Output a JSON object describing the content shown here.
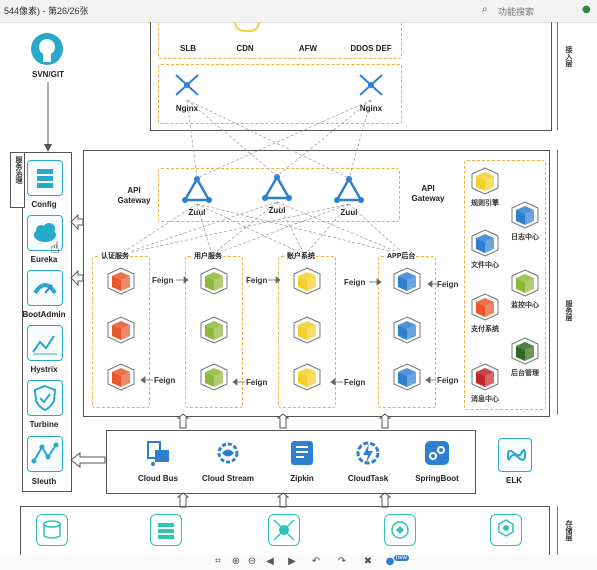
{
  "window": {
    "title": "544像素) - 第26/26张",
    "search_placeholder": "功能搜索"
  },
  "access_layer": {
    "label": "接入层",
    "items": [
      "SLB",
      "CDN",
      "AFW",
      "DDOS DEF"
    ],
    "nginx": [
      "Nginx",
      "Nginx"
    ]
  },
  "repo": {
    "label": "SVN/GIT"
  },
  "governance": {
    "label": "服务治理",
    "items": [
      {
        "label": "Config",
        "icon": "stack-icon"
      },
      {
        "label": "Eureka",
        "icon": "cloud-icon"
      },
      {
        "label": "BootAdmin",
        "icon": "gauge-icon"
      },
      {
        "label": "Hystrix",
        "icon": "chart-icon"
      },
      {
        "label": "Turbine",
        "icon": "shield-icon"
      },
      {
        "label": "Sleuth",
        "icon": "graph-icon"
      }
    ]
  },
  "service_layer": {
    "label": "服务层",
    "gateway_left": [
      "API",
      "Gateway"
    ],
    "gateway_right": [
      "API",
      "Gateway"
    ],
    "zuul": [
      "Zuul",
      "Zuul",
      "Zuul"
    ],
    "columns": [
      {
        "title": "认证服务",
        "color": "#e8562a"
      },
      {
        "title": "用户服务",
        "color": "#8db83a"
      },
      {
        "title": "账户系统",
        "color": "#f2cf2a"
      },
      {
        "title": "APP后台",
        "color": "#2f7fd0"
      }
    ],
    "feign": "Feign",
    "right_services": [
      {
        "label": "规则引擎",
        "color": "#f2cf2a"
      },
      {
        "label": "日志中心",
        "color": "#2f7fd0"
      },
      {
        "label": "文件中心",
        "color": "#2f7fd0"
      },
      {
        "label": "监控中心",
        "color": "#8db83a"
      },
      {
        "label": "支付系统",
        "color": "#e8562a"
      },
      {
        "label": "后台管理",
        "color": "#2f6a1e"
      },
      {
        "label": "消息中心",
        "color": "#c0262a"
      }
    ]
  },
  "tools": [
    {
      "label": "Cloud Bus",
      "icon": "bus-icon"
    },
    {
      "label": "Cloud Stream",
      "icon": "stream-icon"
    },
    {
      "label": "Zipkin",
      "icon": "zipkin-icon"
    },
    {
      "label": "CloudTask",
      "icon": "task-icon"
    },
    {
      "label": "SpringBoot",
      "icon": "springboot-icon"
    }
  ],
  "elk": {
    "label": "ELK"
  },
  "storage_layer": {
    "label": "存储层"
  },
  "toolbar_badge": "new"
}
